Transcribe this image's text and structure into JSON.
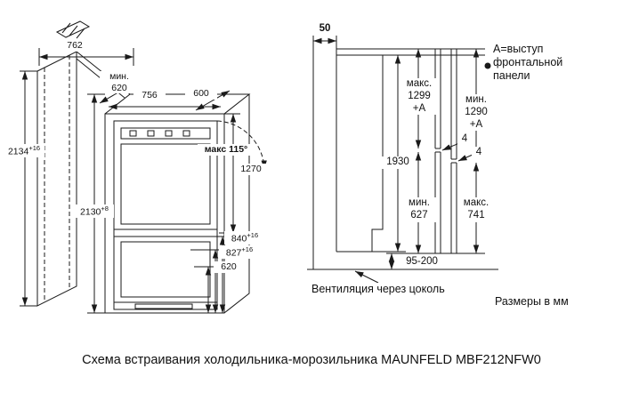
{
  "caption": "Схема встраивания холодильника-морозильника MAUNFELD MBF212NFW0",
  "units_note": "Размеры в мм",
  "left_view": {
    "width_outer": "762",
    "depth_min": "мин.\n620",
    "width_inner": "756",
    "depth_unit": "600",
    "height_outer": "2134",
    "height_outer_tol": "+16",
    "height_inner": "2130",
    "height_inner_tol": "+8",
    "upper_section": "1270",
    "freezer_outer": "840",
    "freezer_outer_tol": "+16",
    "freezer_inner": "827",
    "freezer_inner_tol": "+16",
    "freezer_min": "620",
    "door_angle": "макс 115°"
  },
  "side_view": {
    "rear_gap": "50",
    "panel_note": "А=выступ\nфронтальной\nпанели",
    "upper_panel_max": "макс.\n1299\n+А",
    "upper_panel_min": "мин.\n1290\n+А",
    "niche_height": "1930",
    "gap_upper": "4",
    "gap_lower": "4",
    "lower_panel_min": "мин.\n627",
    "lower_panel_max": "макс.\n741",
    "plinth_height": "95-200",
    "vent_note": "Вентиляция через цоколь"
  }
}
